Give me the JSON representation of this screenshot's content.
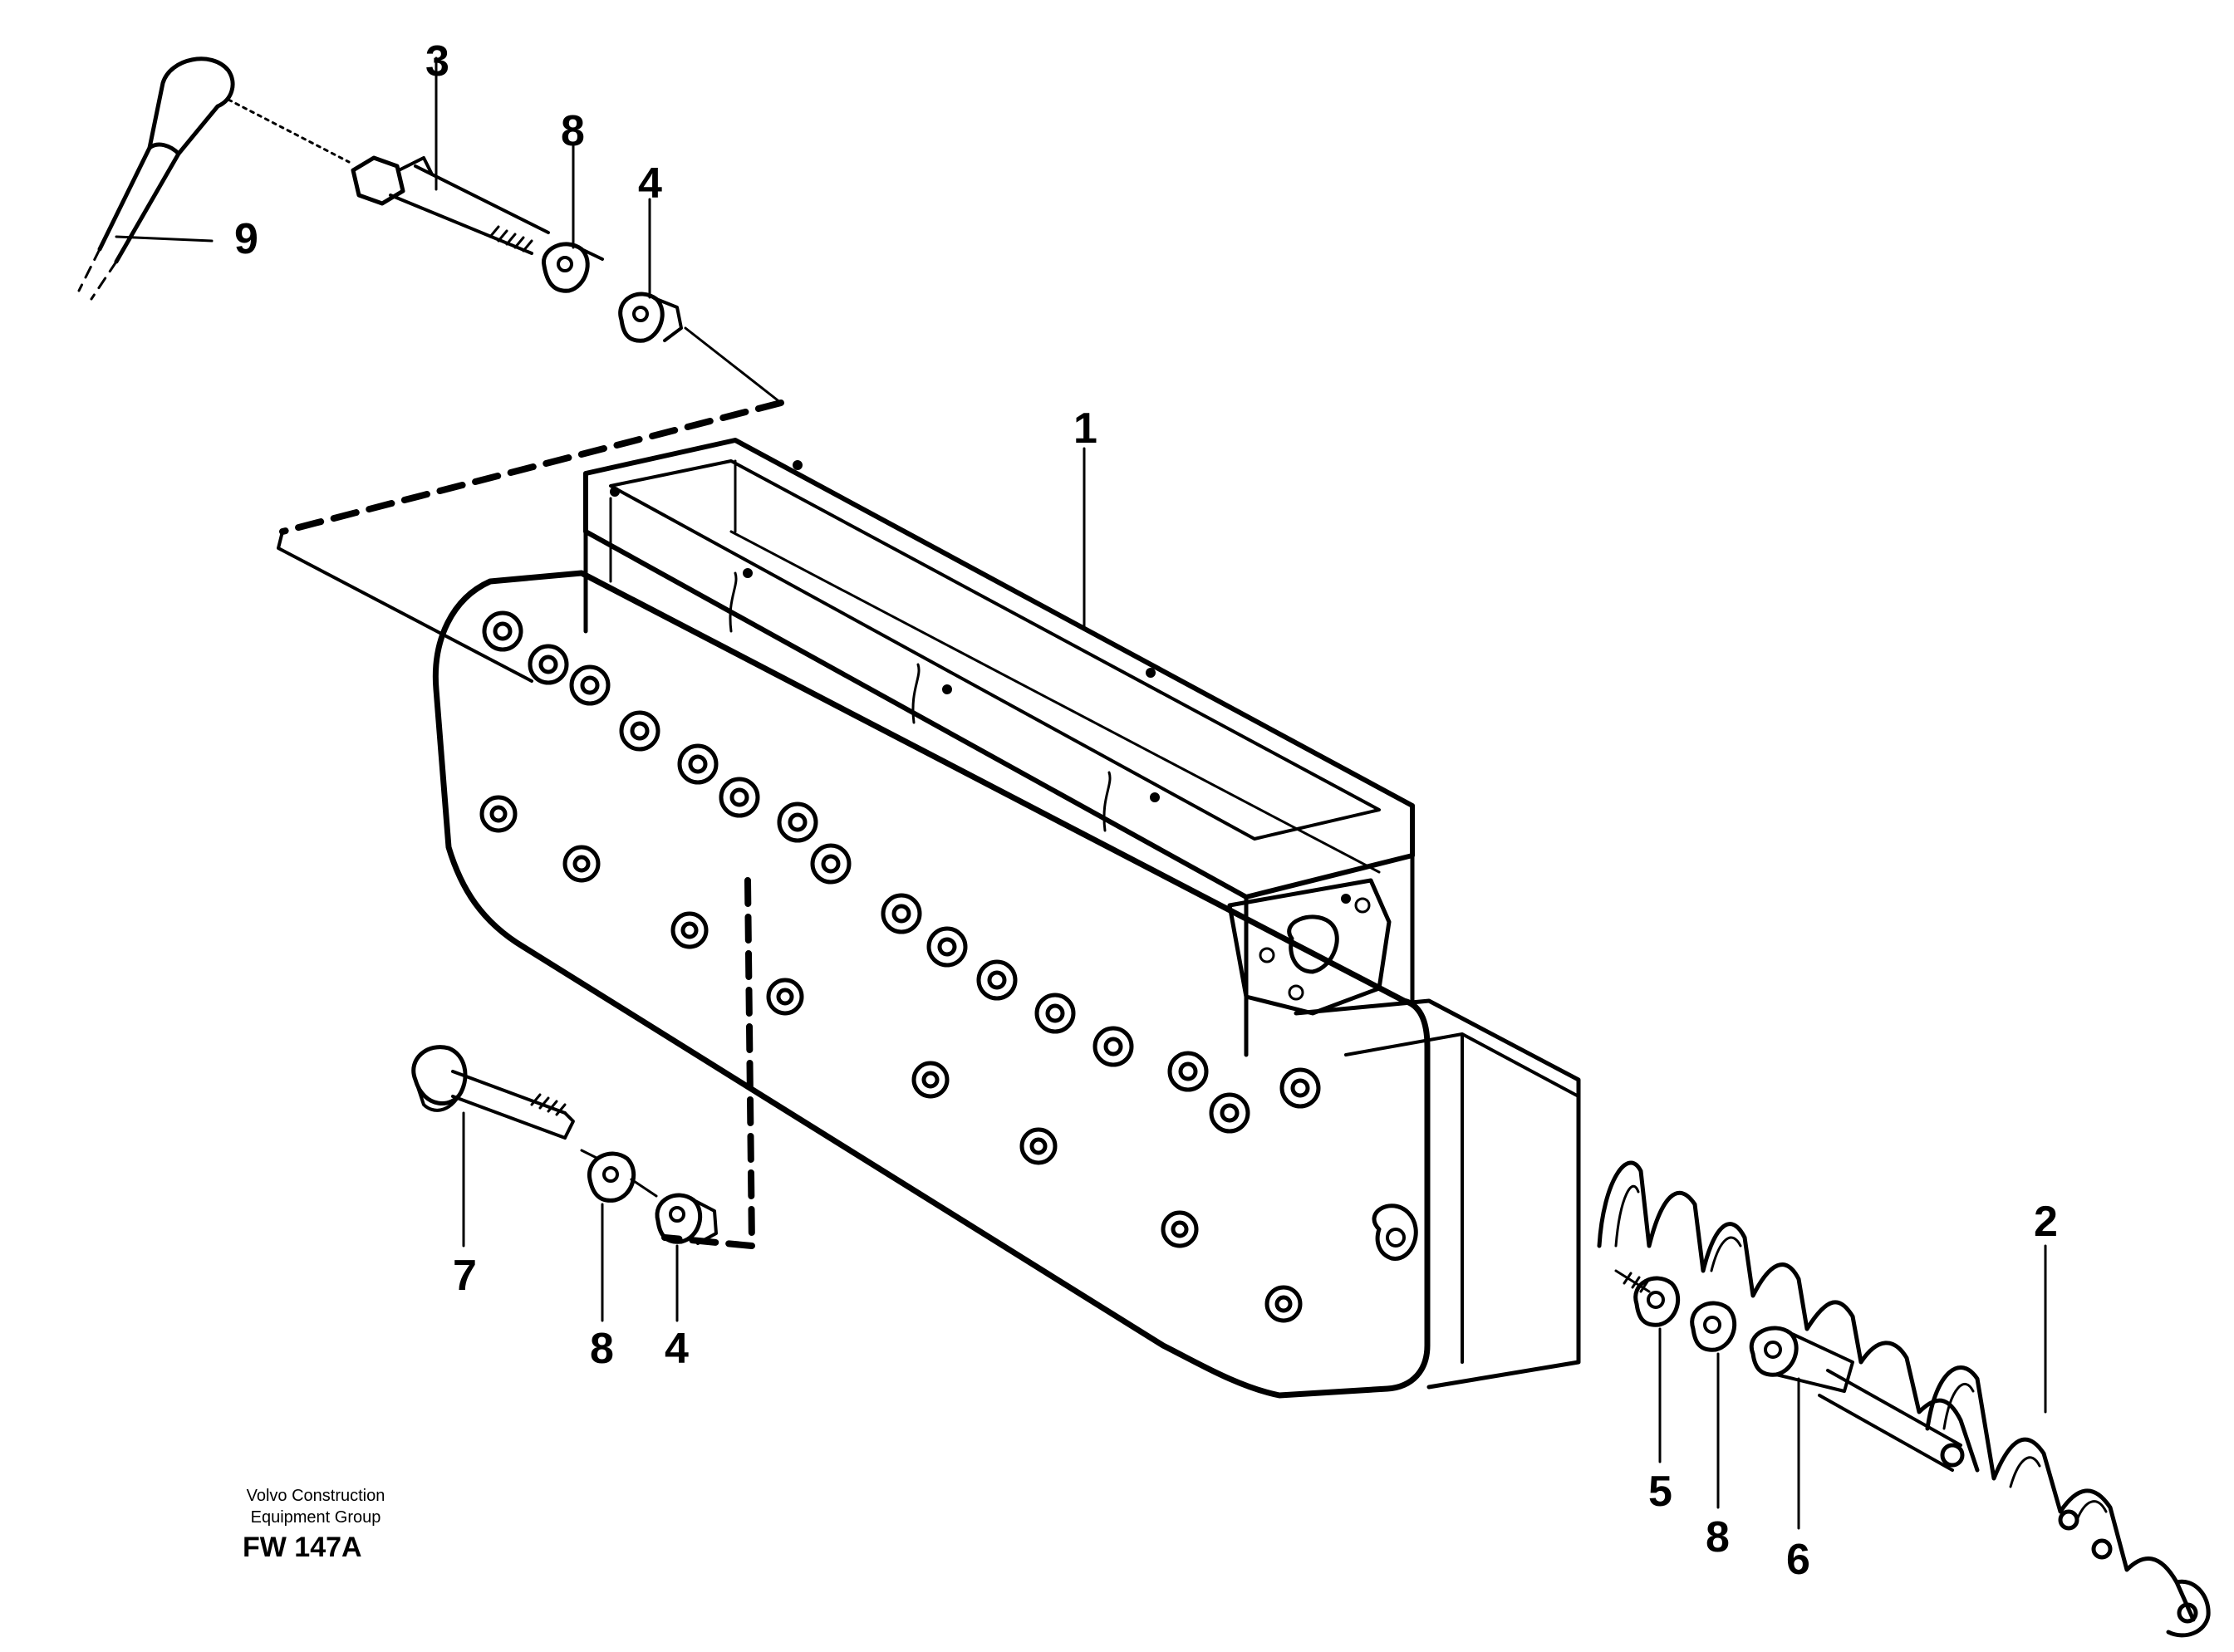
{
  "diagram": {
    "callouts": {
      "manifold": "1",
      "heater_element": "2",
      "screw_top": "3",
      "spacer_top": "4",
      "spacer_bottom": "4",
      "washer_small": "5",
      "sleeve": "6",
      "screw_bottom": "7",
      "washer_top": "8",
      "washer_bottom": "8",
      "washer_right": "8",
      "cable": "9"
    },
    "credit": {
      "line1": "Volvo Construction",
      "line2": "Equipment Group",
      "figure_code": "FW 147A"
    },
    "colors": {
      "ink": "#000000",
      "paper": "#ffffff"
    }
  }
}
